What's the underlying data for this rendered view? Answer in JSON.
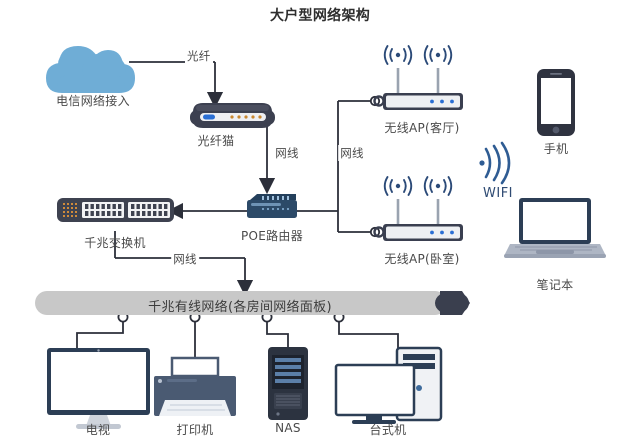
{
  "title": "大户型网络架构",
  "nodes": {
    "cloud": {
      "label": "电信网络接入",
      "icon": "cloud-icon",
      "color": "#6fadd6"
    },
    "modem": {
      "label": "光纤猫",
      "icon": "modem-icon",
      "color": "#3c4050"
    },
    "router": {
      "label": "POE路由器",
      "icon": "router-icon",
      "color": "#2c4a68"
    },
    "switch": {
      "label": "千兆交换机",
      "icon": "switch-icon",
      "color": "#3e4250"
    },
    "ap_living": {
      "label": "无线AP(客厅)",
      "icon": "wireless-ap-icon",
      "color": "#3a3f50"
    },
    "ap_bedroom": {
      "label": "无线AP(卧室)",
      "icon": "wireless-ap-icon",
      "color": "#3a3f50"
    },
    "phone": {
      "label": "手机",
      "icon": "smartphone-icon",
      "color": "#2f3340"
    },
    "laptop": {
      "label": "笔记本",
      "icon": "laptop-icon",
      "color": "#2c3e55"
    },
    "wifi": {
      "label": "WIFI",
      "icon": "wifi-signal-icon",
      "color": "#2f5c93"
    },
    "bar": {
      "label": "千兆有线网络(各房间网络面板)",
      "icon": "network-panel-bar",
      "color": "#c8c8c8"
    },
    "tv": {
      "label": "电视",
      "icon": "television-icon",
      "color": "#2c3e55"
    },
    "printer": {
      "label": "打印机",
      "icon": "printer-icon",
      "color": "#4a5a72"
    },
    "nas": {
      "label": "NAS",
      "icon": "nas-icon",
      "color": "#2c3340"
    },
    "desktop": {
      "label": "台式机",
      "icon": "desktop-computer-icon",
      "color": "#2c3e55"
    }
  },
  "links": {
    "fiber": "光纤",
    "cable_modem_router": "网线",
    "cable_router_ap": "网线",
    "cable_switch_bar": "网线"
  },
  "chart_data": {
    "type": "diagram",
    "title": "大户型网络架构",
    "nodes": [
      "电信网络接入",
      "光纤猫",
      "POE路由器",
      "千兆交换机",
      "无线AP(客厅)",
      "无线AP(卧室)",
      "手机",
      "笔记本",
      "WIFI",
      "千兆有线网络(各房间网络面板)",
      "电视",
      "打印机",
      "NAS",
      "台式机"
    ],
    "edges": [
      {
        "from": "电信网络接入",
        "to": "光纤猫",
        "label": "光纤"
      },
      {
        "from": "光纤猫",
        "to": "POE路由器",
        "label": "网线"
      },
      {
        "from": "POE路由器",
        "to": "千兆交换机",
        "label": ""
      },
      {
        "from": "POE路由器",
        "to": "无线AP(客厅)",
        "label": "网线"
      },
      {
        "from": "POE路由器",
        "to": "无线AP(卧室)",
        "label": "网线"
      },
      {
        "from": "千兆交换机",
        "to": "千兆有线网络(各房间网络面板)",
        "label": "网线"
      },
      {
        "from": "千兆有线网络(各房间网络面板)",
        "to": "电视",
        "label": ""
      },
      {
        "from": "千兆有线网络(各房间网络面板)",
        "to": "打印机",
        "label": ""
      },
      {
        "from": "千兆有线网络(各房间网络面板)",
        "to": "NAS",
        "label": ""
      },
      {
        "from": "千兆有线网络(各房间网络面板)",
        "to": "台式机",
        "label": ""
      },
      {
        "from": "无线AP(客厅)",
        "to": "WIFI",
        "label": ""
      },
      {
        "from": "无线AP(卧室)",
        "to": "WIFI",
        "label": ""
      }
    ]
  }
}
